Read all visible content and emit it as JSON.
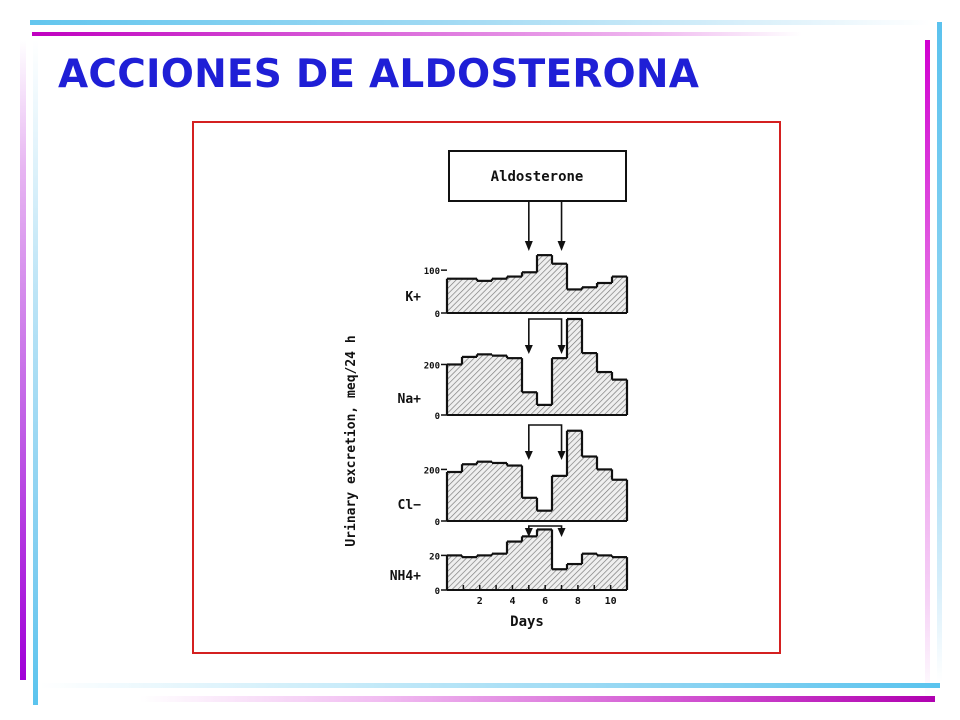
{
  "slide": {
    "title": "ACCIONES DE ALDOSTERONA"
  },
  "colors": {
    "title": "#1f1fd6",
    "frame": "#d42020",
    "ink": "#111111",
    "hatch": "#7a7a7a"
  },
  "chart_data": {
    "type": "area",
    "title": "",
    "treatment_label": "Aldosterone",
    "treatment_period_days": [
      5,
      7
    ],
    "ylabel": "Urinary excretion, meq/24 h",
    "xlabel": "Days",
    "x_ticks": [
      2,
      4,
      6,
      8,
      10
    ],
    "x_range": [
      0,
      11
    ],
    "panels": [
      {
        "name": "K+",
        "label": "K+",
        "y_ticks": [
          0,
          100
        ],
        "y_tick_labels": [
          "0",
          "100"
        ],
        "ylim": [
          0,
          140
        ],
        "values": [
          80,
          80,
          75,
          80,
          85,
          95,
          135,
          115,
          55,
          60,
          70,
          85
        ]
      },
      {
        "name": "Na+",
        "label": "Na+",
        "y_ticks": [
          0,
          200
        ],
        "y_tick_labels": [
          "0",
          "200"
        ],
        "ylim": [
          0,
          380
        ],
        "values": [
          200,
          230,
          240,
          235,
          225,
          90,
          40,
          225,
          380,
          245,
          170,
          140
        ]
      },
      {
        "name": "Cl-",
        "label": "Cl−",
        "y_ticks": [
          0,
          200
        ],
        "y_tick_labels": [
          "0",
          "200"
        ],
        "ylim": [
          0,
          380
        ],
        "values": [
          190,
          220,
          230,
          225,
          215,
          90,
          40,
          175,
          350,
          250,
          200,
          160
        ]
      },
      {
        "name": "NH4+",
        "label": "NH4+",
        "y_ticks": [
          0,
          20
        ],
        "y_tick_labels": [
          "0",
          "20"
        ],
        "ylim": [
          0,
          37
        ],
        "values": [
          20,
          19,
          20,
          21,
          28,
          31,
          35,
          12,
          15,
          21,
          20,
          19
        ]
      }
    ]
  }
}
